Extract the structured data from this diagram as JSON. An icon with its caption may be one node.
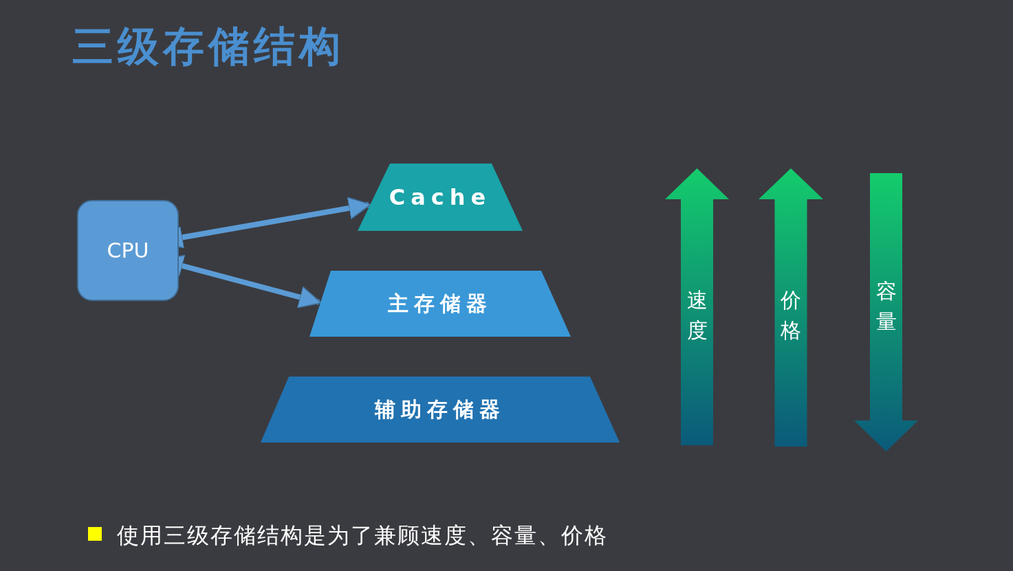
{
  "diagram": {
    "title": "三级存储结构",
    "nodes": [
      {
        "text": [
          "CPU"
        ]
      },
      {
        "text": [
          "Cache"
        ]
      },
      {
        "text": [
          "主存储器"
        ]
      },
      {
        "text": [
          "辅助存储器"
        ]
      },
      {
        "text": [
          "速度"
        ]
      },
      {
        "text": [
          "价格"
        ]
      },
      {
        "text": [
          "容量"
        ]
      }
    ],
    "edges": [
      {
        "from": 0,
        "to": 1,
        "arrow": "both"
      },
      {
        "from": 0,
        "to": 2,
        "arrow": "both"
      }
    ],
    "labels": [
      "使用三级存储结构是为了兼顾速度、容量、价格"
    ]
  }
}
